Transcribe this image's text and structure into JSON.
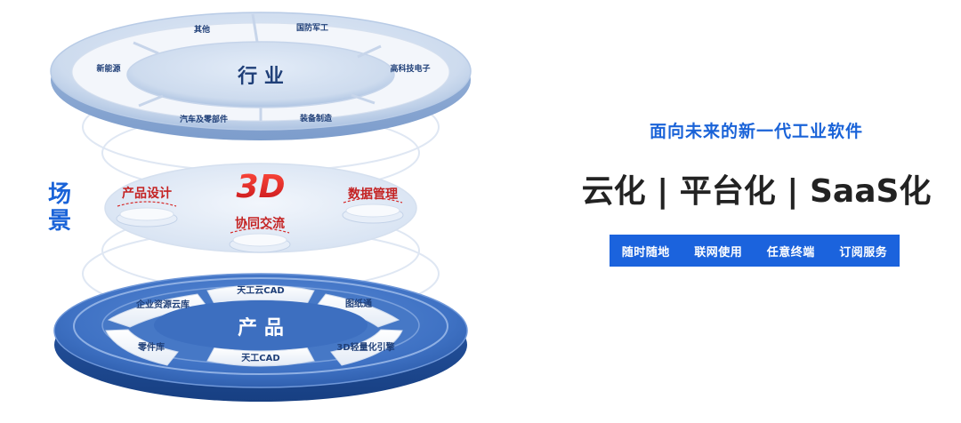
{
  "scene_label": [
    "场",
    "景"
  ],
  "industry": {
    "title": "行 业",
    "items": [
      "其他",
      "国防军工",
      "高科技电子",
      "装备制造",
      "汽车及零部件",
      "新能源"
    ]
  },
  "scenario": {
    "logo": "3D",
    "left": "产品设计",
    "right": "数据管理",
    "bottom": "协同交流"
  },
  "product": {
    "title": "产 品",
    "items": [
      "天工云CAD",
      "图纸通",
      "3D轻量化引擎",
      "天工CAD",
      "零件库",
      "企业资源云库"
    ]
  },
  "right_panel": {
    "subtitle": "面向未来的新一代工业软件",
    "headline": "云化 | 平台化 | SaaS化",
    "tags": [
      "随时随地",
      "联网使用",
      "任意终端",
      "订阅服务"
    ]
  },
  "colors": {
    "accent": "#1b63dd",
    "red": "#d62a2a",
    "ring_light": "#eef3fb",
    "ring_dark": "#2d62b5"
  }
}
